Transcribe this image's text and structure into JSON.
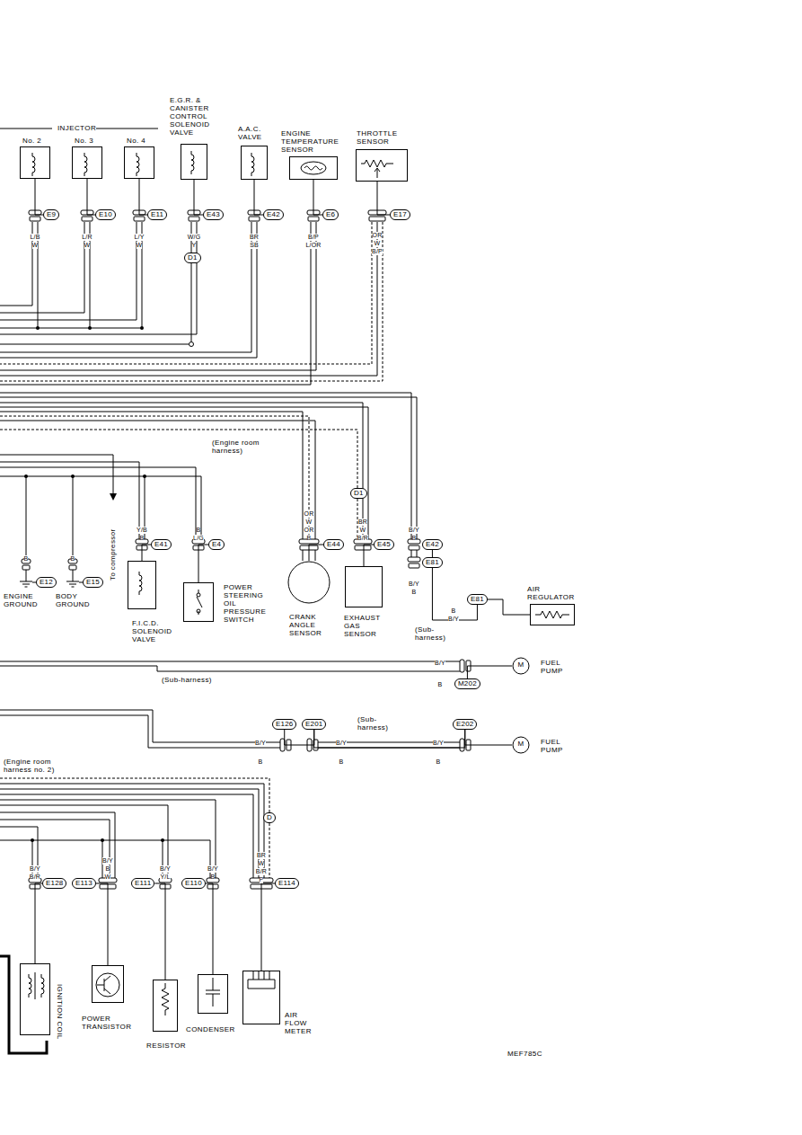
{
  "diagram": {
    "nodes": [
      {
        "text": [
          "No. 2"
        ]
      },
      {
        "text": [
          "No. 3"
        ]
      },
      {
        "text": [
          "No. 4"
        ]
      },
      {
        "text": [
          "E.G.R. & CANISTER CONTROL SOLENOID VALVE"
        ]
      },
      {
        "text": [
          "A.A.C. VALVE"
        ]
      },
      {
        "text": [
          "ENGINE TEMPERATURE SENSOR"
        ]
      },
      {
        "text": [
          "THROTTLE SENSOR"
        ]
      },
      {
        "text": [
          "E9"
        ]
      },
      {
        "text": [
          "E10"
        ]
      },
      {
        "text": [
          "E11"
        ]
      },
      {
        "text": [
          "E43"
        ]
      },
      {
        "text": [
          "E42"
        ]
      },
      {
        "text": [
          "E6"
        ]
      },
      {
        "text": [
          "E17"
        ]
      },
      {
        "text": [
          "D1"
        ]
      },
      {
        "text": [
          "ENGINE GROUND"
        ]
      },
      {
        "text": [
          "BODY GROUND"
        ]
      },
      {
        "text": [
          "F.I.C.D. SOLENOID VALVE"
        ]
      },
      {
        "text": [
          "POWER STEERING OIL PRESSURE SWITCH"
        ]
      },
      {
        "text": [
          "CRANK ANGLE SENSOR"
        ]
      },
      {
        "text": [
          "EXHAUST GAS SENSOR"
        ]
      },
      {
        "text": [
          "AIR REGULATOR"
        ]
      },
      {
        "text": [
          "E12"
        ]
      },
      {
        "text": [
          "E15"
        ]
      },
      {
        "text": [
          "E41"
        ]
      },
      {
        "text": [
          "E4"
        ]
      },
      {
        "text": [
          "E44"
        ]
      },
      {
        "text": [
          "E45"
        ]
      },
      {
        "text": [
          "E42"
        ]
      },
      {
        "text": [
          "E81"
        ]
      },
      {
        "text": [
          "E81"
        ]
      },
      {
        "text": [
          "D1"
        ]
      },
      {
        "text": [
          "M",
          "FUEL PUMP"
        ]
      },
      {
        "text": [
          "M202"
        ]
      },
      {
        "text": [
          "E126"
        ]
      },
      {
        "text": [
          "E201"
        ]
      },
      {
        "text": [
          "E202"
        ]
      },
      {
        "text": [
          "M",
          "FUEL PUMP"
        ]
      },
      {
        "text": [
          "IGNITION COIL"
        ]
      },
      {
        "text": [
          "POWER TRANSISTOR"
        ]
      },
      {
        "text": [
          "RESISTOR"
        ]
      },
      {
        "text": [
          "CONDENSER"
        ]
      },
      {
        "text": [
          "AIR FLOW METER"
        ]
      },
      {
        "text": [
          "E128"
        ]
      },
      {
        "text": [
          "E113"
        ]
      },
      {
        "text": [
          "E111"
        ]
      },
      {
        "text": [
          "E110"
        ]
      },
      {
        "text": [
          "E114"
        ]
      },
      {
        "text": [
          "D"
        ]
      }
    ],
    "edges": [
      {
        "from": 0,
        "to": 7,
        "arrow": "none"
      },
      {
        "from": 1,
        "to": 8,
        "arrow": "none"
      },
      {
        "from": 2,
        "to": 9,
        "arrow": "none"
      },
      {
        "from": 3,
        "to": 10,
        "arrow": "none"
      },
      {
        "from": 4,
        "to": 11,
        "arrow": "none"
      },
      {
        "from": 5,
        "to": 12,
        "arrow": "none"
      },
      {
        "from": 6,
        "to": 13,
        "arrow": "none"
      },
      {
        "from": 15,
        "to": 22,
        "arrow": "none"
      },
      {
        "from": 16,
        "to": 23,
        "arrow": "none"
      },
      {
        "from": 17,
        "to": 24,
        "arrow": "none"
      },
      {
        "from": 18,
        "to": 25,
        "arrow": "none"
      },
      {
        "from": 19,
        "to": 26,
        "arrow": "none"
      },
      {
        "from": 20,
        "to": 27,
        "arrow": "none"
      },
      {
        "from": 28,
        "to": 29,
        "arrow": "none"
      },
      {
        "from": 29,
        "to": 30,
        "arrow": "none"
      },
      {
        "from": 30,
        "to": 21,
        "arrow": "none"
      },
      {
        "from": 33,
        "to": 32,
        "arrow": "none"
      },
      {
        "from": 34,
        "to": 35,
        "arrow": "none"
      },
      {
        "from": 35,
        "to": 36,
        "arrow": "none"
      },
      {
        "from": 36,
        "to": 37,
        "arrow": "none"
      },
      {
        "from": 38,
        "to": 43,
        "arrow": "none"
      },
      {
        "from": 39,
        "to": 44,
        "arrow": "none"
      },
      {
        "from": 40,
        "to": 45,
        "arrow": "none"
      },
      {
        "from": 41,
        "to": 46,
        "arrow": "none"
      },
      {
        "from": 42,
        "to": 47,
        "arrow": "none"
      }
    ],
    "labels": [
      "INJECTOR",
      "L/B",
      "W",
      "L/R",
      "W",
      "L/Y",
      "W",
      "W/G",
      "Y",
      "BR",
      "SB",
      "B/P",
      "L/OR",
      "OR",
      "W",
      "B/P",
      "(Engine room harness)",
      "To compressor",
      "B",
      "B",
      "Y/B",
      "B",
      "B",
      "L/G",
      "OR",
      "W",
      "OR",
      "B",
      "BR",
      "W",
      "B/R",
      "B/Y",
      "B",
      "B/Y",
      "B",
      "B",
      "B/Y",
      "(Sub- harness)",
      "B/Y",
      "B",
      "(Sub-harness)",
      "(Sub- harness)",
      "B/Y",
      "B",
      "B/Y",
      "B",
      "B/Y",
      "B",
      "(Engine room harness no. 2)",
      "B/Y",
      "B/R",
      "B/Y",
      "B",
      "W",
      "B/Y",
      "Y/L",
      "B/Y",
      "B",
      "BR",
      "W",
      "B/R",
      "P",
      "MEF785C"
    ]
  }
}
